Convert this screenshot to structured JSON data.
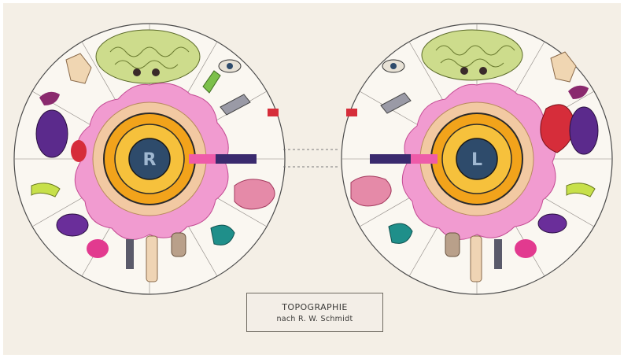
{
  "caption": {
    "title": "TOPOGRAPHIE",
    "subtitle": "nach R. W. Schmidt"
  },
  "eyes": {
    "right": {
      "letter": "R"
    },
    "left": {
      "letter": "L"
    }
  },
  "colors": {
    "paper": "#f4efe6",
    "outline": "#3a3a3a",
    "iris_orange": "#f3a21a",
    "iris_yellow": "#f5c842",
    "pupil": "#2e4e6e",
    "pink_ring": "#f08ac7",
    "peach_zone": "#f1c7a0",
    "brain_green": "#c9d98a",
    "organ_purple": "#5b2a8c",
    "organ_red": "#d62d3a",
    "organ_teal": "#1f8f8a",
    "organ_magenta": "#e23a8f"
  }
}
